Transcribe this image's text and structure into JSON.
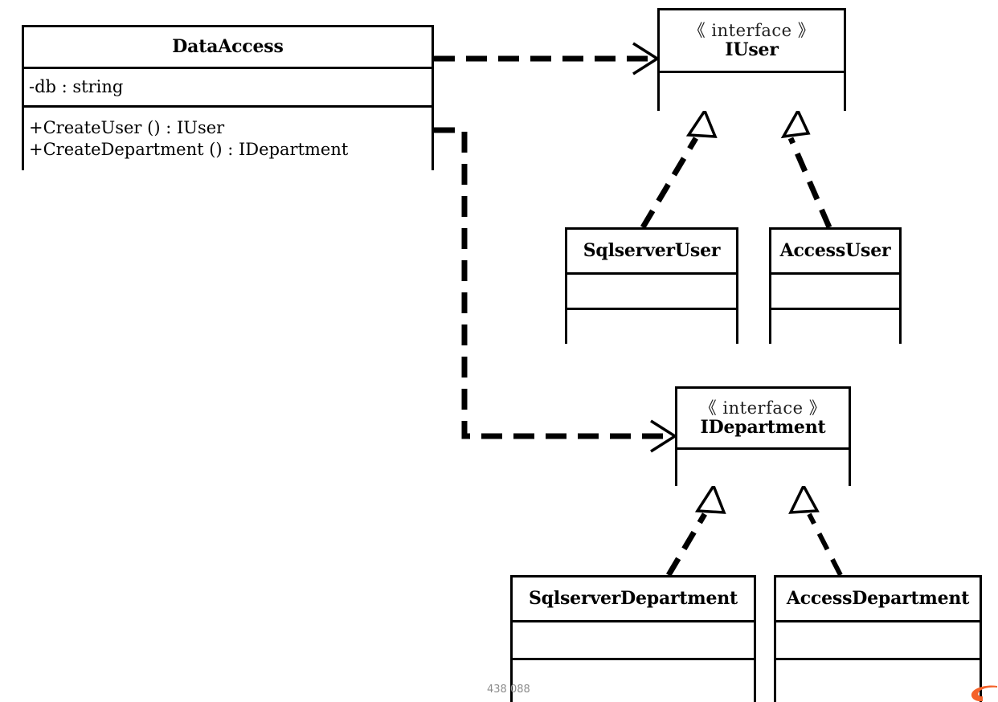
{
  "diagram": {
    "title": "Abstract Factory UML class diagram",
    "type": "uml-class-diagram",
    "background_color": "#ffffff",
    "line_color": "#000000",
    "watermark": "438 088",
    "corner_mark_color": "#f4622a"
  },
  "classes": {
    "data_access": {
      "name": "DataAccess",
      "attributes": [
        "-db : string"
      ],
      "methods": [
        "+CreateUser () :  IUser",
        "+CreateDepartment () :  IDepartment"
      ]
    },
    "iuser": {
      "stereotype": "「interface」",
      "stereotype_text": "《 interface 》",
      "name": "IUser",
      "attributes": [],
      "methods": []
    },
    "idepartment": {
      "stereotype_text": "《 interface 》",
      "name": "IDepartment",
      "attributes": [],
      "methods": []
    },
    "sqlserver_user": {
      "name": "SqlserverUser",
      "attributes": [],
      "methods": []
    },
    "access_user": {
      "name": "AccessUser",
      "attributes": [],
      "methods": []
    },
    "sqlserver_department": {
      "name": "SqlserverDepartment",
      "attributes": [],
      "methods": []
    },
    "access_department": {
      "name": "AccessDepartment",
      "attributes": [],
      "methods": []
    }
  },
  "relationships": [
    {
      "kind": "dependency",
      "from": "DataAccess",
      "to": "IUser",
      "style": "dashed-open-arrow"
    },
    {
      "kind": "dependency",
      "from": "DataAccess",
      "to": "IDepartment",
      "style": "dashed-open-arrow"
    },
    {
      "kind": "realization",
      "from": "SqlserverUser",
      "to": "IUser",
      "style": "dashed-hollow-triangle"
    },
    {
      "kind": "realization",
      "from": "AccessUser",
      "to": "IUser",
      "style": "dashed-hollow-triangle"
    },
    {
      "kind": "realization",
      "from": "SqlserverDepartment",
      "to": "IDepartment",
      "style": "dashed-hollow-triangle"
    },
    {
      "kind": "realization",
      "from": "AccessDepartment",
      "to": "IDepartment",
      "style": "dashed-hollow-triangle"
    }
  ]
}
